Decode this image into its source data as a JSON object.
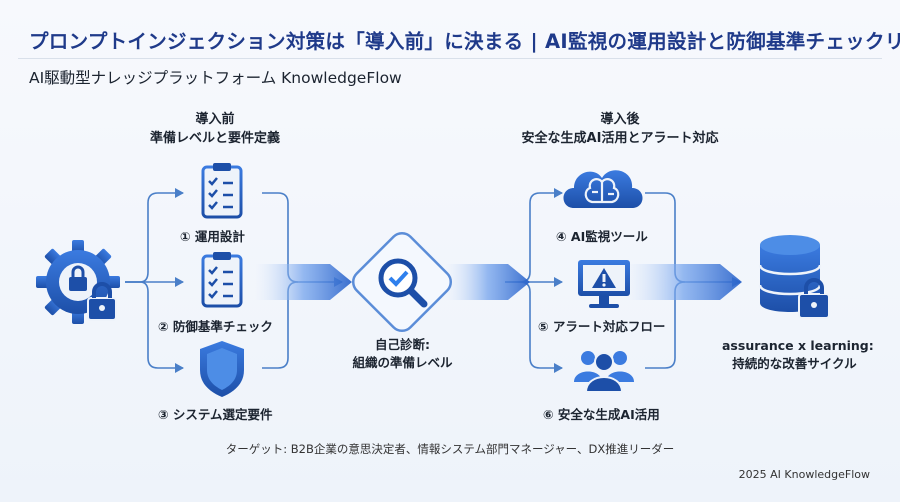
{
  "title": "プロンプトインジェクション対策は「導入前」に決まる | AI監視の運用設計と防御基準チェックリスト",
  "subtitle": "AI駆動型ナレッジプラットフォーム KnowledgeFlow",
  "before": {
    "title": "導入前",
    "subtitle": "準備レベルと要件定義"
  },
  "after": {
    "title": "導入後",
    "subtitle": "安全な生成AI活用とアラート対応"
  },
  "left_items": [
    {
      "label": "① 運用設計",
      "icon": "checklist-icon"
    },
    {
      "label": "② 防御基準チェック",
      "icon": "checklist-icon"
    },
    {
      "label": "③ システム選定要件",
      "icon": "shield-icon"
    }
  ],
  "center": {
    "line1": "自己診断:",
    "line2": "組織の準備レベル",
    "icon": "magnifier-check-icon"
  },
  "right_items": [
    {
      "label": "④ AI監視ツール",
      "icon": "cloud-brain-icon"
    },
    {
      "label": "⑤ アラート対応フロー",
      "icon": "monitor-alert-icon"
    },
    {
      "label": "⑥ 安全な生成AI活用",
      "icon": "users-icon"
    }
  ],
  "end": {
    "line1": "assurance x learning:",
    "line2": "持続的な改善サイクル",
    "icon": "database-lock-icon"
  },
  "start": {
    "icon": "gear-lock-icon"
  },
  "target": "ターゲット: B2B企業の意思決定者、情報システム部門マネージャー、DX推進リーダー",
  "footer": "2025 AI KnowledgeFlow",
  "colors": {
    "primary": "#1f5fbf",
    "dark": "#1f3a8a",
    "accent": "#2f80ed",
    "line": "#4a7fc8"
  }
}
